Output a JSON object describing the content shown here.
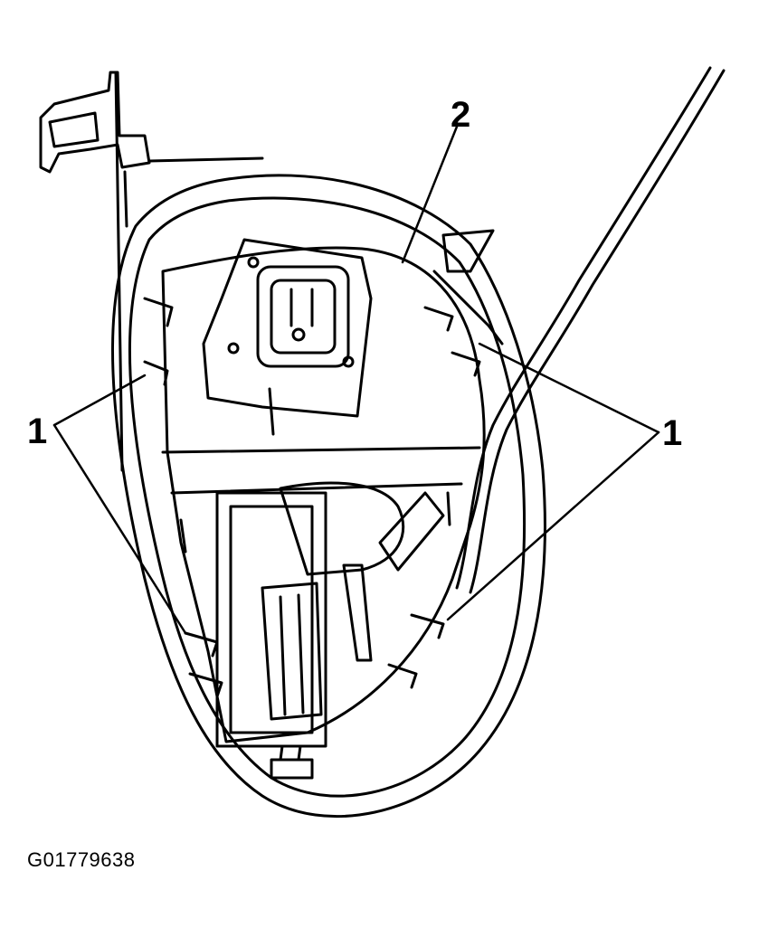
{
  "figure": {
    "id": "G01779638",
    "callouts": {
      "clips": "1",
      "housing": "2"
    }
  }
}
